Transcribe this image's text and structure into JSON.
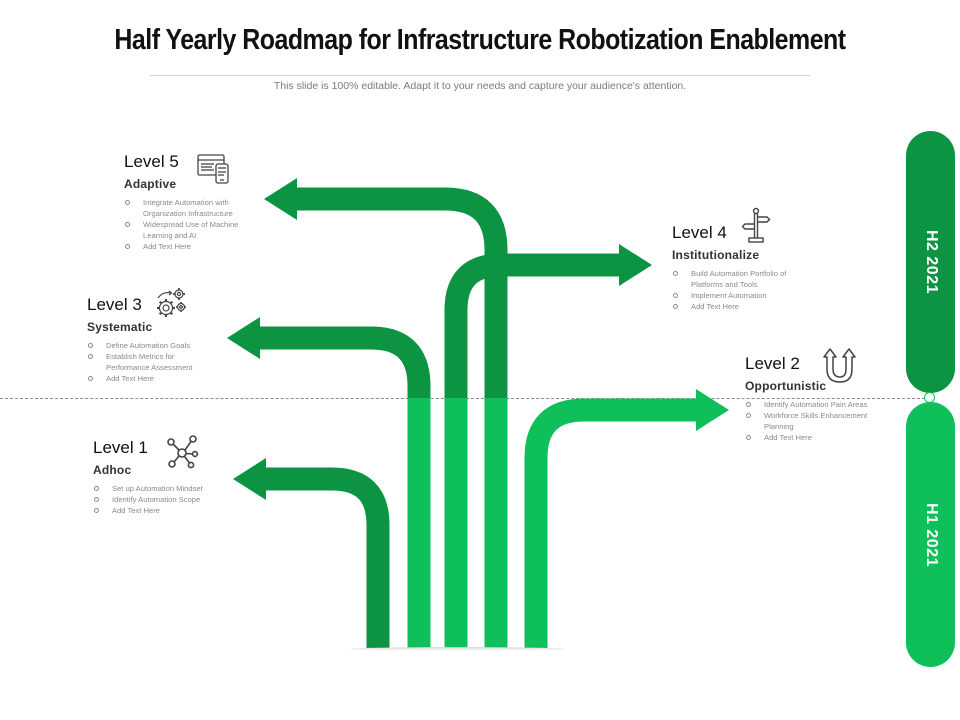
{
  "header": {
    "title": "Half Yearly Roadmap for Infrastructure Robotization Enablement",
    "subtitle": "This slide is 100% editable. Adapt it to your needs and capture your audience's attention."
  },
  "colors": {
    "dark_green": "#0c9443",
    "bright_green": "#0fc05a",
    "text_dark": "#111111",
    "text_muted": "#8a8a8a"
  },
  "timeline": {
    "periods": [
      {
        "label": "H2 2021",
        "position": "upper"
      },
      {
        "label": "H1 2021",
        "position": "lower"
      }
    ]
  },
  "levels": [
    {
      "level": "Level 1",
      "name": "Adhoc",
      "icon": "network-nodes-icon",
      "period": "H1 2021",
      "direction": "left",
      "points": [
        "Set up Automation Mindset",
        "Identify Automation Scope",
        "Add Text Here"
      ]
    },
    {
      "level": "Level 2",
      "name": "Opportunistic",
      "icon": "double-up-arrows-icon",
      "period": "H1 2021",
      "direction": "right",
      "points": [
        "Identify Automation Pain Areas",
        "Workforce Skills Enhancement Planning",
        "Add Text Here"
      ]
    },
    {
      "level": "Level 3",
      "name": "Systematic",
      "icon": "gears-icon",
      "period": "H2 2021",
      "direction": "left",
      "points": [
        "Define Automation Goals",
        "Establish Metrics  for Performance Assessment",
        "Add Text Here"
      ]
    },
    {
      "level": "Level 4",
      "name": "Institutionalize",
      "icon": "signpost-icon",
      "period": "H2 2021",
      "direction": "right",
      "points": [
        "Build Automation Portfolio of Platforms and Tools",
        "Implement  Automation",
        "Add Text Here"
      ]
    },
    {
      "level": "Level 5",
      "name": "Adaptive",
      "icon": "responsive-devices-icon",
      "period": "H2 2021",
      "direction": "left",
      "points": [
        "Integrate  Automation with Organization Infrastructure",
        "Widespread Use of Machine Learning and AI",
        "Add Text Here"
      ]
    }
  ]
}
